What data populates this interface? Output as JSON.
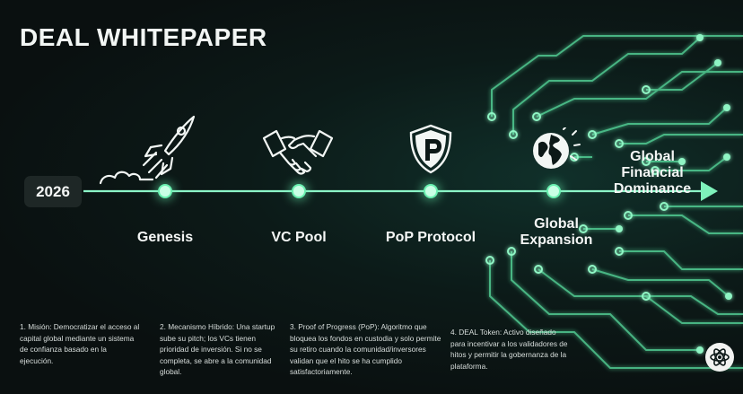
{
  "title": "DEAL WHITEPAPER",
  "timeline": {
    "start_year": "2026",
    "milestones": [
      {
        "label": "Genesis",
        "icon": "rocket-icon"
      },
      {
        "label": "VC Pool",
        "icon": "handshake-icon"
      },
      {
        "label": "PoP Protocol",
        "icon": "shield-p-icon"
      },
      {
        "label": "Global\nExpansion",
        "icon": "globe-icon"
      }
    ],
    "end_label": "Global Financial\nDominance"
  },
  "notes": [
    "1. Misión: Democratizar el acceso al\ncapital global mediante un sistema\nde confianza basado en la\nejecución.",
    "2. Mecanismo Híbrido: Una startup\nsube su pitch; los VCs tienen\nprioridad de inversión. Si no se\ncompleta, se abre a la comunidad\nglobal.",
    "3. Proof of Progress (PoP): Algoritmo que\nbloquea los fondos en custodia y solo permite\nsu retiro cuando la comunidad/inversores\nvalidan que el hito se ha cumplido\nsatisfactoriamente.",
    "4. DEAL Token: Activo diseñado\npara incentivar a los validadores de\nhitos y permitir la gobernanza de la\nplataforma."
  ],
  "colors": {
    "accent": "#5ce8a6",
    "background": "#0b1211",
    "badge": "#1e2726"
  },
  "corner_icon": "atom-logo-icon"
}
